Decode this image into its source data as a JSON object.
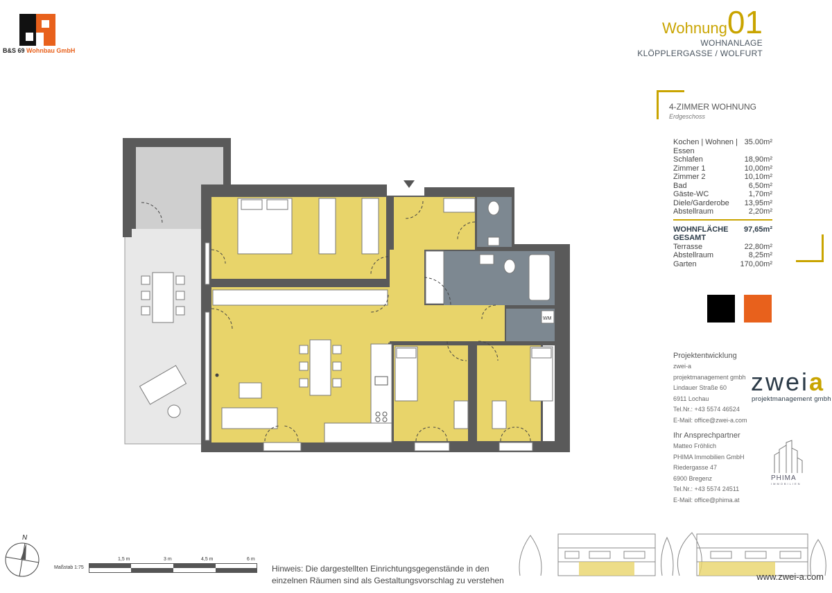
{
  "company": {
    "name_dark": "B&S 69",
    "name_orange": "Wohnbau GmbH"
  },
  "header": {
    "title_word": "Wohnung",
    "title_number": "01",
    "line1": "WOHNANLAGE",
    "line2": "KLÖPPLERGASSE / WOLFURT"
  },
  "apartment": {
    "type": "4-ZIMMER WOHNUNG",
    "floor": "Erdgeschoss"
  },
  "rooms": [
    {
      "name": "Kochen | Wohnen | Essen",
      "area": "35.00m²"
    },
    {
      "name": "Schlafen",
      "area": "18,90m²"
    },
    {
      "name": "Zimmer 1",
      "area": "10,00m²"
    },
    {
      "name": "Zimmer 2",
      "area": "10,10m²"
    },
    {
      "name": "Bad",
      "area": "6,50m²"
    },
    {
      "name": "Gäste-WC",
      "area": "1,70m²"
    },
    {
      "name": "Diele/Garderobe",
      "area": "13,95m²"
    },
    {
      "name": "Abstellraum",
      "area": "2,20m²"
    }
  ],
  "total": {
    "name": "WOHNFLÄCHE GESAMT",
    "area": "97,65m²"
  },
  "extras": [
    {
      "name": "Terrasse",
      "area": "22,80m²"
    },
    {
      "name": "Abstellraum",
      "area": "8,25m²"
    },
    {
      "name": "Garten",
      "area": "170,00m²"
    }
  ],
  "colors": {
    "gold": "#c9a400",
    "black": "#000000",
    "orange": "#e8611c",
    "living": "#e8d46a",
    "wet": "#7d8891"
  },
  "developer": {
    "heading": "Projektentwicklung",
    "lines": [
      "zwei-a",
      "projektmanagement gmbh",
      "Lindauer Straße 60",
      "6911 Lochau",
      "Tel.Nr.: +43 5574 46524",
      "E-Mail: office@zwei-a.com"
    ]
  },
  "contact": {
    "heading": "Ihr Ansprechpartner",
    "lines": [
      "Matteo Fröhlich",
      "PHIMA Immobilien GmbH",
      "Riedergasse 47",
      "6900 Bregenz",
      "Tel.Nr.: +43 5574 24511",
      "E-Mail: office@phima.at"
    ]
  },
  "logos": {
    "zwei": "zwei",
    "zwei_a": "a",
    "zwei_sub": "projektmanagement gmbh",
    "phima": "PHIMA",
    "phima_sub": "IMMOBILIEN"
  },
  "plan": {
    "wm_label": "WM"
  },
  "compass": {
    "north": "N"
  },
  "scale": {
    "label": "Maßstab 1:75",
    "ticks": [
      "1,5 m",
      "3 m",
      "4,5 m",
      "6 m"
    ]
  },
  "hint": {
    "line1": "Hinweis: Die dargestellten Einrichtungsgegenstände in den",
    "line2": "einzelnen Räumen sind als Gestaltungsvorschlag zu verstehen"
  },
  "footer": {
    "url": "www.zwei-a.com"
  }
}
